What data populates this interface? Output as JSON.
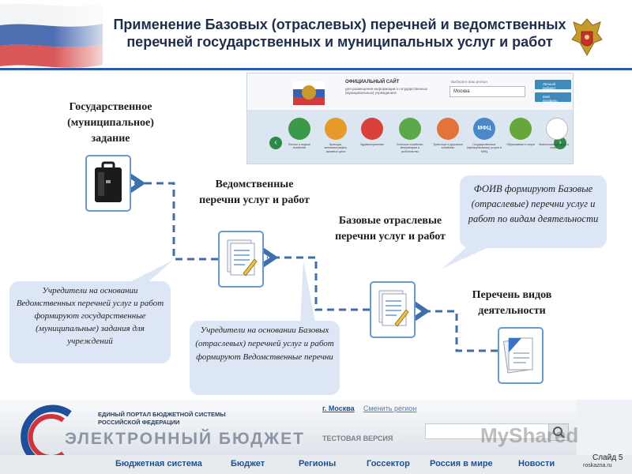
{
  "header": {
    "title_line1": "Применение Базовых (отраслевых) перечней и ведомственных",
    "title_line2": "перечней государственных и муниципальных услуг и работ"
  },
  "site_screenshot": {
    "heading": "ОФИЦИАЛЬНЫЙ САЙТ",
    "subheading": "для размещения информации о государственных (муниципальных) учреждениях",
    "region_label": "Выберите ваш регион",
    "region_value": "Москва",
    "button_cabinet": "Личный кабинет",
    "button_profile": "Мой профиль",
    "categories": [
      "Лесное и водное хозяйство",
      "Культура, кинематография, архивное дело",
      "Здравоохранение",
      "Сельское хозяйство, ветеринария и рыболовство",
      "Транспорт и дорожное хозяйство",
      "Государственные (муниципальные) услуги в МФЦ",
      "Образование и наука",
      "Физическая культура и спорт"
    ],
    "mfc_label": "МФЦ"
  },
  "diagram": {
    "state_task": "Государственное (муниципальное) задание",
    "dept_lists": "Ведомственные перечни услуг и работ",
    "base_lists": "Базовые отраслевые перечни услуг и работ",
    "activity_list": "Перечень видов деятельности",
    "callout_foiv": "ФОИВ формируют Базовые (отраслевые) перечни услуг и работ по видам деятельности",
    "callout_dept": "Учредители на основании Ведомственных перечней услуг и работ формируют государственные (муниципальные) задания для учреждений",
    "callout_base": "Учредители на основании Базовых (отраслевых) перечней услуг и работ формируют Ведомственные перечни"
  },
  "banner": {
    "portal_line1": "ЕДИНЫЙ ПОРТАЛ БЮДЖЕТНОЙ СИСТЕМЫ",
    "portal_line2": "РОССИЙСКОЙ ФЕДЕРАЦИИ",
    "brand": "ЭЛЕКТРОННЫЙ БЮДЖЕТ",
    "city": "г. Москва",
    "change_region": "Сменить регион",
    "test_version": "ТЕСТОВАЯ ВЕРСИЯ",
    "nav": [
      "Бюджетная система",
      "Бюджет",
      "Регионы",
      "Госсектор",
      "Россия в мире",
      "Новости"
    ],
    "domain": "roskazna.ru",
    "watermark": "MyShared"
  },
  "slide_number": "Слайд 5",
  "colors": {
    "accent": "#2a5aa8",
    "title": "#1f2e4a",
    "box_border": "#6a9bd0",
    "connector": "#3f6fa8",
    "callout_bg": "#dde6f5"
  }
}
